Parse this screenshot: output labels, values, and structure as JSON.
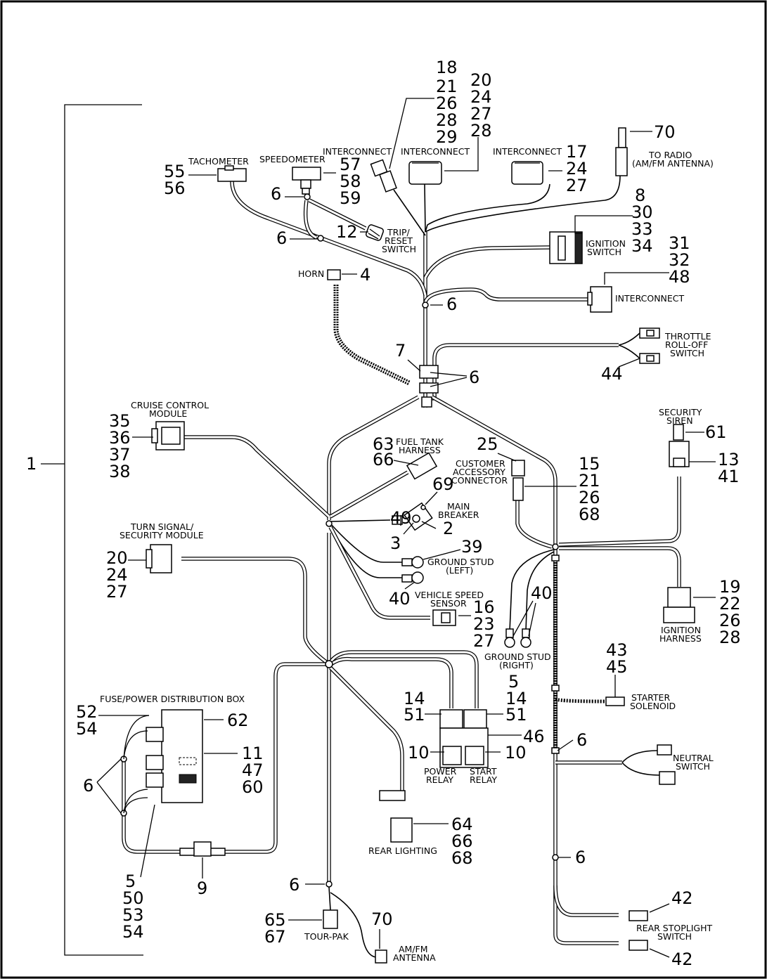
{
  "callouts": {
    "n1": "1",
    "tach_nums": [
      "55",
      "56"
    ],
    "speedo_nums": [
      "57",
      "58",
      "59"
    ],
    "speedo_clip": "6",
    "trip_clip": "6",
    "trip_num": "12",
    "stack_18": [
      "18",
      "21",
      "26",
      "28",
      "29"
    ],
    "stack_20": [
      "20",
      "24",
      "27",
      "28"
    ],
    "stack_17": [
      "17",
      "24",
      "27"
    ],
    "radio_num": "70",
    "ign_sw_nums": [
      "8",
      "30",
      "33",
      "34"
    ],
    "interconnect_nums": [
      "31",
      "32",
      "48"
    ],
    "horn_num": "4",
    "clip_upper": "6",
    "n7": "7",
    "clip_mid": "6",
    "throttle_num": "44",
    "cruise_nums": [
      "35",
      "36",
      "37",
      "38"
    ],
    "fuel_nums": [
      "63",
      "66"
    ],
    "n25": "25",
    "cust_nums": [
      "15",
      "21",
      "26",
      "68"
    ],
    "siren_num": "61",
    "siren_conn_nums": [
      "13",
      "41"
    ],
    "n69": "69",
    "n49": "49",
    "n2": "2",
    "n3": "3",
    "n39": "39",
    "n40_left": "40",
    "turn_nums": [
      "20",
      "24",
      "27"
    ],
    "vss_nums": [
      "16",
      "23",
      "27"
    ],
    "ign_harness_nums": [
      "19",
      "22",
      "26",
      "28"
    ],
    "n40_right": "40",
    "starter_nums": [
      "43",
      "45"
    ],
    "relay_left_nums": [
      "14",
      "51"
    ],
    "relay_right_nums": [
      "5",
      "14",
      "51"
    ],
    "n46": "46",
    "relay_10_left": "10",
    "relay_10_right": "10",
    "clip_right": "6",
    "fuse_nums_a": [
      "52",
      "54"
    ],
    "n62": "62",
    "fuse_nums_b": [
      "11",
      "47",
      "60"
    ],
    "fuse_clip": "6",
    "fuse_nums_c": [
      "5",
      "50",
      "53",
      "54"
    ],
    "n9": "9",
    "rear_light_nums": [
      "64",
      "66",
      "68"
    ],
    "clip_lower_right": "6",
    "clip_lower_left": "6",
    "tourpak_nums": [
      "65",
      "67"
    ],
    "antenna_num": "70",
    "stoplight_num_top": "42",
    "stoplight_num_bottom": "42"
  },
  "labels": {
    "tachometer": "TACHOMETER",
    "speedometer": "SPEEDOMETER",
    "interconnect_1": "INTERCONNECT",
    "interconnect_2": "INTERCONNECT",
    "interconnect_3": "INTERCONNECT",
    "to_radio": [
      "TO RADIO",
      "(AM/FM ANTENNA)"
    ],
    "trip_reset": [
      "TRIP/",
      "RESET",
      "SWITCH"
    ],
    "ignition_switch": [
      "IGNITION",
      "SWITCH"
    ],
    "horn": "HORN",
    "interconnect_4": "INTERCONNECT",
    "throttle": [
      "THROTTLE",
      "ROLL-OFF",
      "SWITCH"
    ],
    "cruise": [
      "CRUISE CONTROL",
      "MODULE"
    ],
    "fuel_tank": [
      "FUEL TANK",
      "HARNESS"
    ],
    "customer_accessory": [
      "CUSTOMER",
      "ACCESSORY",
      "CONNECTOR"
    ],
    "security_siren": [
      "SECURITY",
      "SIREN"
    ],
    "main_breaker": [
      "MAIN",
      "BREAKER"
    ],
    "turn_signal": [
      "TURN SIGNAL/",
      "SECURITY MODULE"
    ],
    "ground_left": [
      "GROUND STUD",
      "(LEFT)"
    ],
    "vss": [
      "VEHICLE SPEED",
      "SENSOR"
    ],
    "ignition_harness": [
      "IGNITION",
      "HARNESS"
    ],
    "ground_right": [
      "GROUND STUD",
      "(RIGHT)"
    ],
    "starter_solenoid": [
      "STARTER",
      "SOLENOID"
    ],
    "fuse_box": "FUSE/POWER DISTRIBUTION BOX",
    "power_relay": [
      "POWER",
      "RELAY"
    ],
    "start_relay": [
      "START",
      "RELAY"
    ],
    "neutral_switch": [
      "NEUTRAL",
      "SWITCH"
    ],
    "rear_lighting": "REAR LIGHTING",
    "tour_pak": "TOUR-PAK",
    "am_fm_antenna": [
      "AM/FM",
      "ANTENNA"
    ],
    "rear_stoplight": [
      "REAR STOPLIGHT",
      "SWITCH"
    ]
  }
}
